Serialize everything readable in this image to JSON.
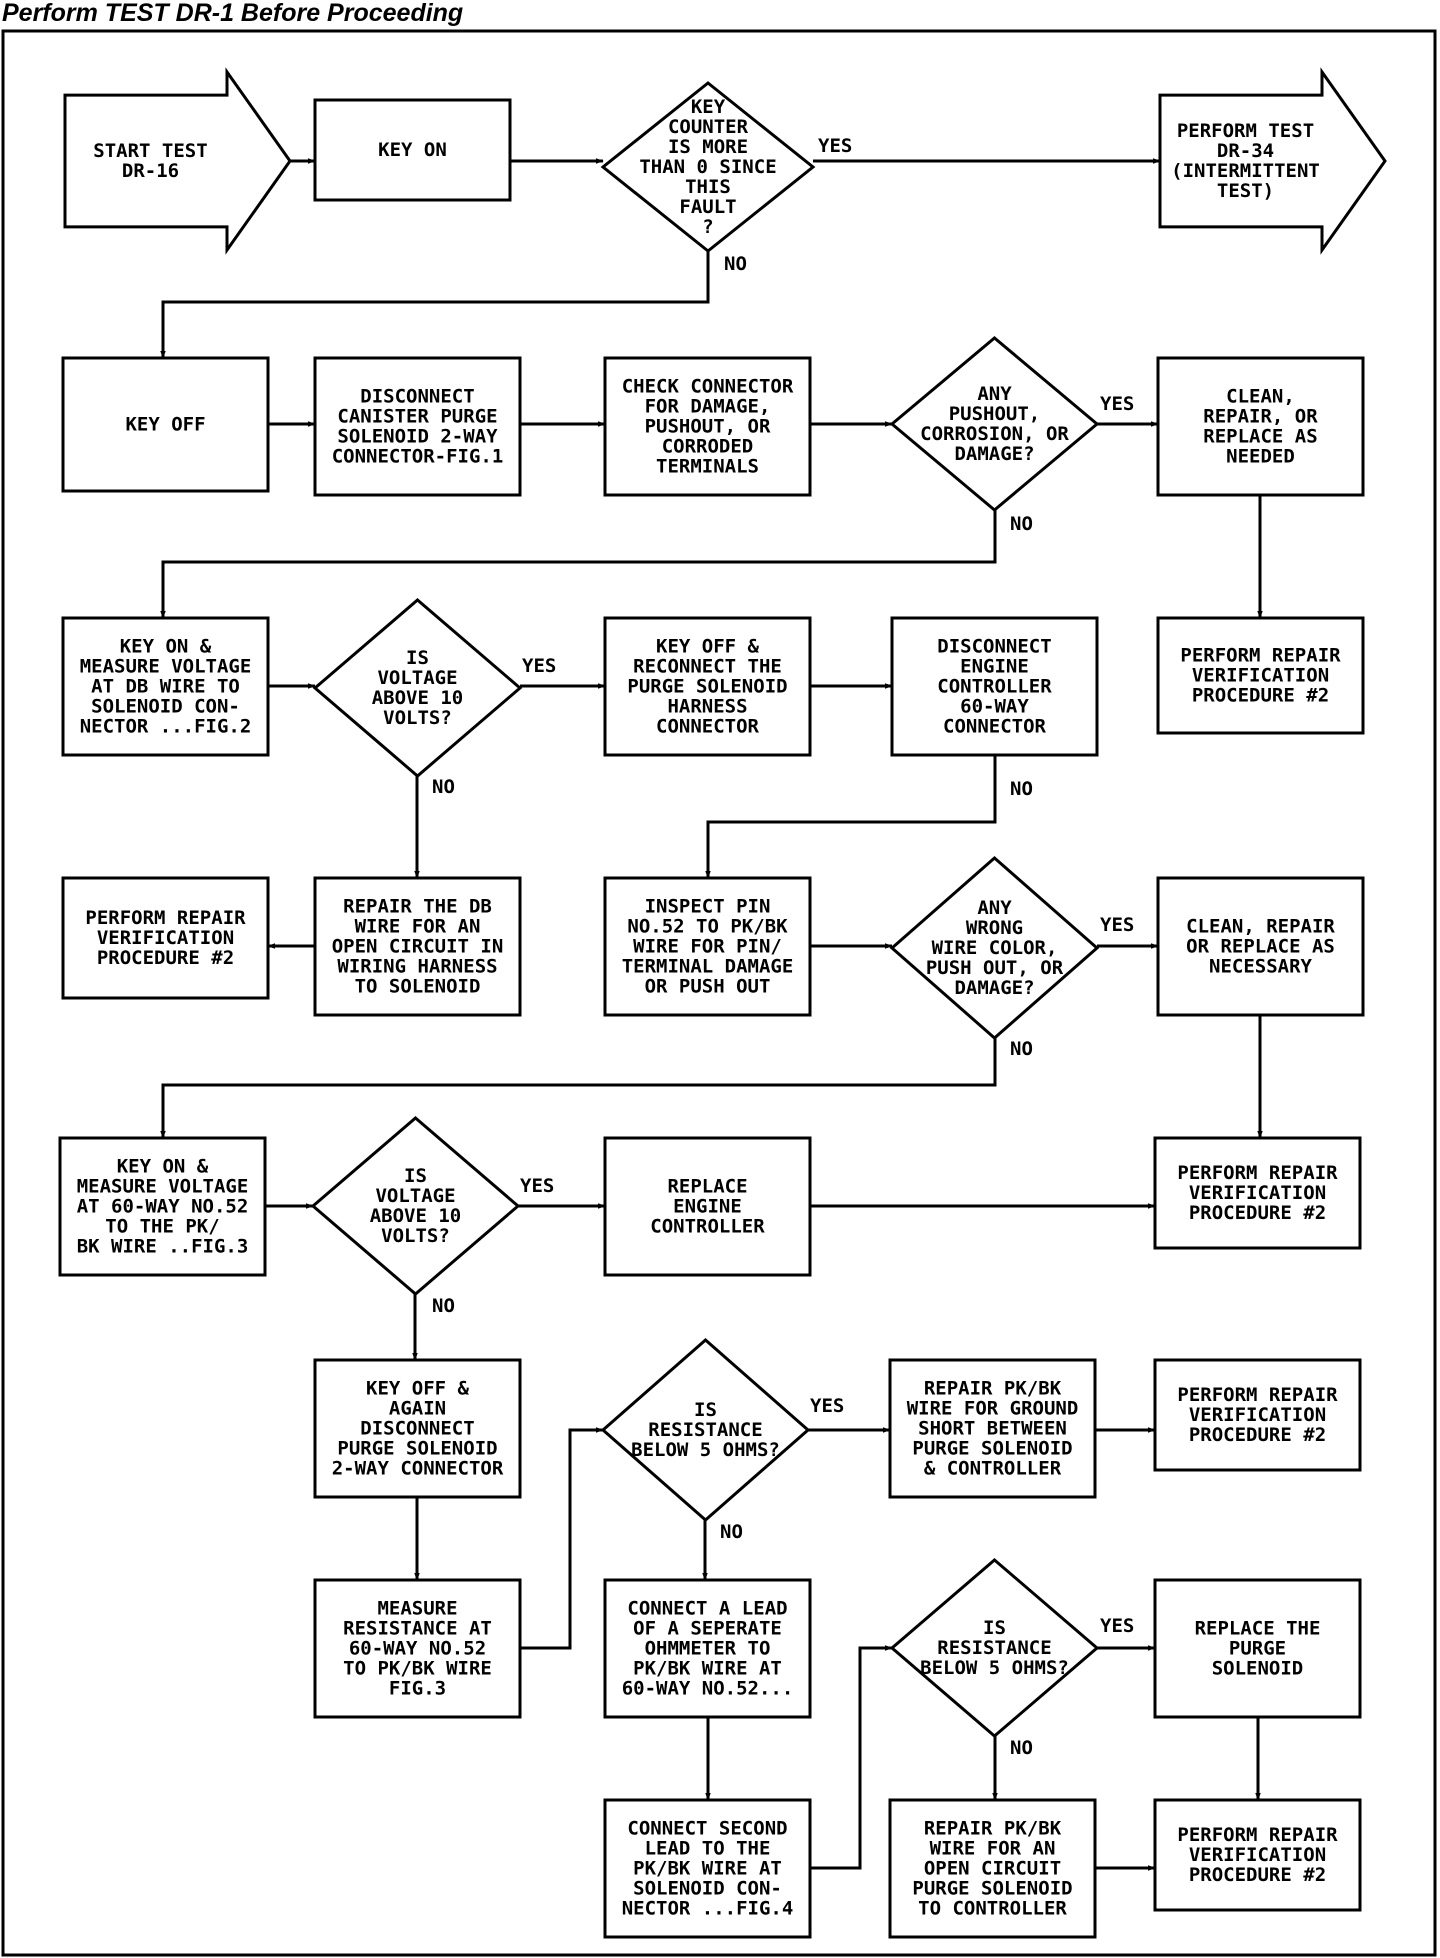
{
  "header": "Perform TEST DR-1 Before Proceeding",
  "nodes": {
    "start": [
      "START TEST",
      "DR-16"
    ],
    "key_on_1": [
      "KEY ON"
    ],
    "d_key_counter": [
      "KEY",
      "COUNTER",
      "IS MORE",
      "THAN 0 SINCE",
      "THIS",
      "FAULT",
      "?"
    ],
    "perform_dr34": [
      "PERFORM TEST",
      "DR-34",
      "(INTERMITTENT",
      "TEST)"
    ],
    "key_off_1": [
      "KEY OFF"
    ],
    "disconnect_solenoid": [
      "DISCONNECT",
      "CANISTER PURGE",
      "SOLENOID 2-WAY",
      "CONNECTOR-FIG.1"
    ],
    "check_connector": [
      "CHECK CONNECTOR",
      "FOR DAMAGE,",
      "PUSHOUT, OR",
      "CORRODED",
      "TERMINALS"
    ],
    "d_pushout": [
      "ANY",
      "PUSHOUT,",
      "CORROSION, OR",
      "DAMAGE?"
    ],
    "clean_1": [
      "CLEAN,",
      "REPAIR, OR",
      "REPLACE AS",
      "NEEDED"
    ],
    "verify_1": [
      "PERFORM REPAIR",
      "VERIFICATION",
      "PROCEDURE #2"
    ],
    "measure_db": [
      "KEY ON &",
      "MEASURE VOLTAGE",
      "AT DB WIRE TO",
      "SOLENOID CON-",
      "NECTOR ...FIG.2"
    ],
    "d_voltage_1": [
      "IS",
      "VOLTAGE",
      "ABOVE 10",
      "VOLTS?"
    ],
    "reconnect": [
      "KEY OFF &",
      "RECONNECT THE",
      "PURGE SOLENOID",
      "HARNESS",
      "CONNECTOR"
    ],
    "disconnect_ecm": [
      "DISCONNECT",
      "ENGINE",
      "CONTROLLER",
      "60-WAY",
      "CONNECTOR"
    ],
    "verify_2": [
      "PERFORM REPAIR",
      "VERIFICATION",
      "PROCEDURE #2"
    ],
    "repair_db": [
      "REPAIR THE DB",
      "WIRE FOR AN",
      "OPEN CIRCUIT IN",
      "WIRING HARNESS",
      "TO SOLENOID"
    ],
    "inspect_pin": [
      "INSPECT PIN",
      "NO.52 TO PK/BK",
      "WIRE FOR PIN/",
      "TERMINAL DAMAGE",
      "OR PUSH OUT"
    ],
    "d_wrong_wire": [
      "ANY",
      "WRONG",
      "WIRE COLOR,",
      "PUSH OUT, OR",
      "DAMAGE?"
    ],
    "clean_2": [
      "CLEAN, REPAIR",
      "OR REPLACE AS",
      "NECESSARY"
    ],
    "measure_60way": [
      "KEY ON &",
      "MEASURE VOLTAGE",
      "AT 60-WAY NO.52",
      "TO THE PK/",
      "BK WIRE ..FIG.3"
    ],
    "d_voltage_2": [
      "IS",
      "VOLTAGE",
      "ABOVE 10",
      "VOLTS?"
    ],
    "replace_ecm": [
      "REPLACE",
      "ENGINE",
      "CONTROLLER"
    ],
    "verify_3": [
      "PERFORM REPAIR",
      "VERIFICATION",
      "PROCEDURE #2"
    ],
    "key_off_again": [
      "KEY OFF &",
      "AGAIN",
      "DISCONNECT",
      "PURGE SOLENOID",
      "2-WAY CONNECTOR"
    ],
    "d_resist_1": [
      "IS",
      "RESISTANCE",
      "BELOW 5 OHMS?"
    ],
    "repair_ground": [
      "REPAIR PK/BK",
      "WIRE FOR GROUND",
      "SHORT BETWEEN",
      "PURGE SOLENOID",
      "& CONTROLLER"
    ],
    "verify_4": [
      "PERFORM REPAIR",
      "VERIFICATION",
      "PROCEDURE #2"
    ],
    "measure_resist": [
      "MEASURE",
      "RESISTANCE AT",
      "60-WAY NO.52",
      "TO PK/BK WIRE",
      "FIG.3"
    ],
    "connect_lead": [
      "CONNECT A LEAD",
      "OF A SEPERATE",
      "OHMMETER TO",
      "PK/BK WIRE AT",
      "60-WAY NO.52..."
    ],
    "d_resist_2": [
      "IS",
      "RESISTANCE",
      "BELOW 5 OHMS?"
    ],
    "replace_solenoid": [
      "REPLACE THE",
      "PURGE",
      "SOLENOID"
    ],
    "connect_second": [
      "CONNECT SECOND",
      "LEAD TO THE",
      "PK/BK WIRE AT",
      "SOLENOID CON-",
      "NECTOR ...FIG.4"
    ],
    "repair_open": [
      "REPAIR PK/BK",
      "WIRE FOR AN",
      "OPEN CIRCUIT",
      "PURGE SOLENOID",
      "TO CONTROLLER"
    ],
    "verify_5": [
      "PERFORM REPAIR",
      "VERIFICATION",
      "PROCEDURE #2"
    ]
  },
  "labels": {
    "yes": "YES",
    "no": "NO"
  }
}
